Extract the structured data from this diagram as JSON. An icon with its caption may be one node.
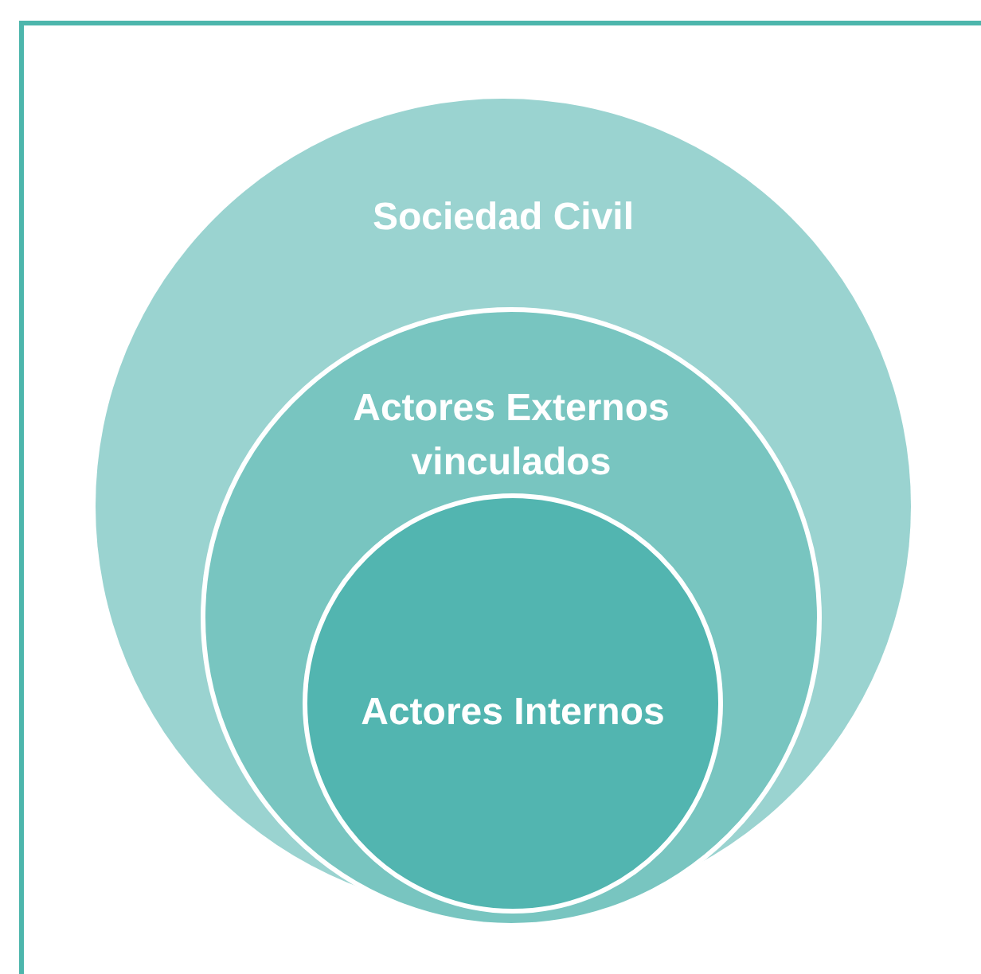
{
  "diagram": {
    "nodes": [
      {
        "text": [
          "Sociedad Civil"
        ]
      },
      {
        "text": [
          "Actores Externos vinculados"
        ],
        "in": 0
      },
      {
        "text": [
          "Actores Internos"
        ],
        "in": 1
      }
    ]
  }
}
